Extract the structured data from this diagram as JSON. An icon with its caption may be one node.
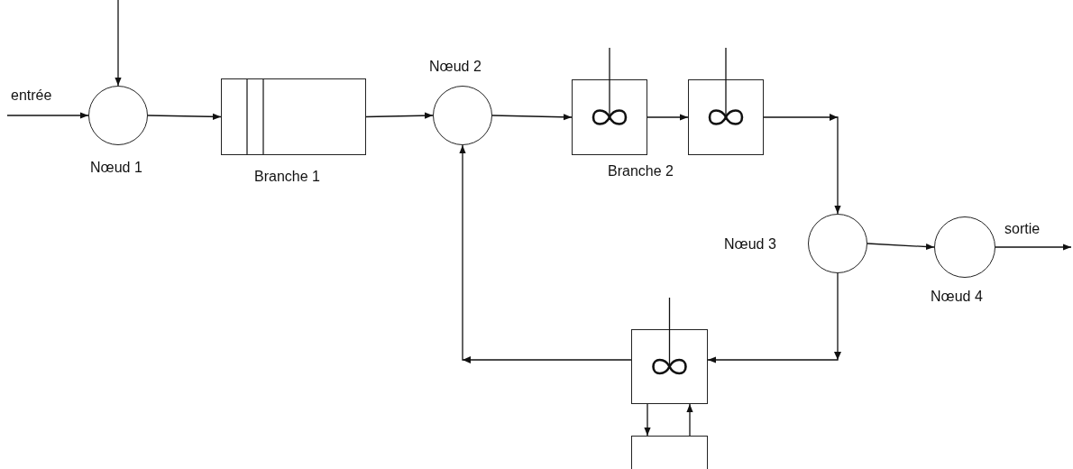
{
  "diagram": {
    "nodes": [
      {
        "text": [],
        "shape": "circle",
        "beside": [
          "Nœud 1"
        ]
      },
      {
        "text": [],
        "shape": "box",
        "beside": [
          "Branche 1"
        ]
      },
      {
        "text": [],
        "shape": "circle",
        "beside": [
          "Nœud 2"
        ]
      },
      {
        "text": [],
        "shape": "box"
      },
      {
        "text": [],
        "shape": "box"
      },
      {
        "text": [],
        "shape": "circle",
        "beside": [
          "Nœud 3"
        ]
      },
      {
        "text": [],
        "shape": "circle",
        "beside": [
          "Nœud 4"
        ]
      },
      {
        "text": [],
        "shape": "box"
      },
      {
        "text": [],
        "shape": "box"
      }
    ],
    "edges": [
      {
        "from": null,
        "to": 0,
        "arrow": "to",
        "label": "entrée"
      },
      {
        "from": null,
        "to": 0,
        "arrow": "to"
      },
      {
        "from": 0,
        "to": 1,
        "arrow": "to"
      },
      {
        "from": 1,
        "to": 2,
        "arrow": "to"
      },
      {
        "from": 2,
        "to": 3,
        "arrow": "to"
      },
      {
        "from": 3,
        "to": 4,
        "arrow": "to"
      },
      {
        "from": 4,
        "to": 5,
        "arrow": "to"
      },
      {
        "from": 5,
        "to": 6,
        "arrow": "to"
      },
      {
        "from": 6,
        "to": null,
        "arrow": "to",
        "label": "sortie"
      },
      {
        "from": 5,
        "to": 7,
        "arrow": "to"
      },
      {
        "from": 7,
        "to": 2,
        "arrow": "to"
      },
      {
        "from": 7,
        "to": 8,
        "arrow": "to"
      },
      {
        "from": 8,
        "to": 7,
        "arrow": "to"
      }
    ],
    "labels": [
      "Branche 2"
    ]
  }
}
